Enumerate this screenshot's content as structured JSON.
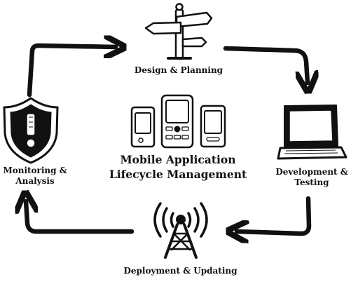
{
  "title": {
    "line1": "Mobile Application",
    "line2": "Lifecycle Management"
  },
  "stages": {
    "design": {
      "line1": "Design & Planning",
      "icon": "signpost-icon"
    },
    "development": {
      "line1": "Development &",
      "line2": "Testing",
      "icon": "laptop-icon"
    },
    "deployment": {
      "line1": "Deployment & Updating",
      "icon": "antenna-tower-icon"
    },
    "monitoring": {
      "line1": "Monitoring &",
      "line2": "Analysis",
      "icon": "shield-alert-icon"
    }
  },
  "center_icon": "mobile-phones-icon",
  "colors": {
    "ink": "#111111",
    "background": "#ffffff"
  }
}
